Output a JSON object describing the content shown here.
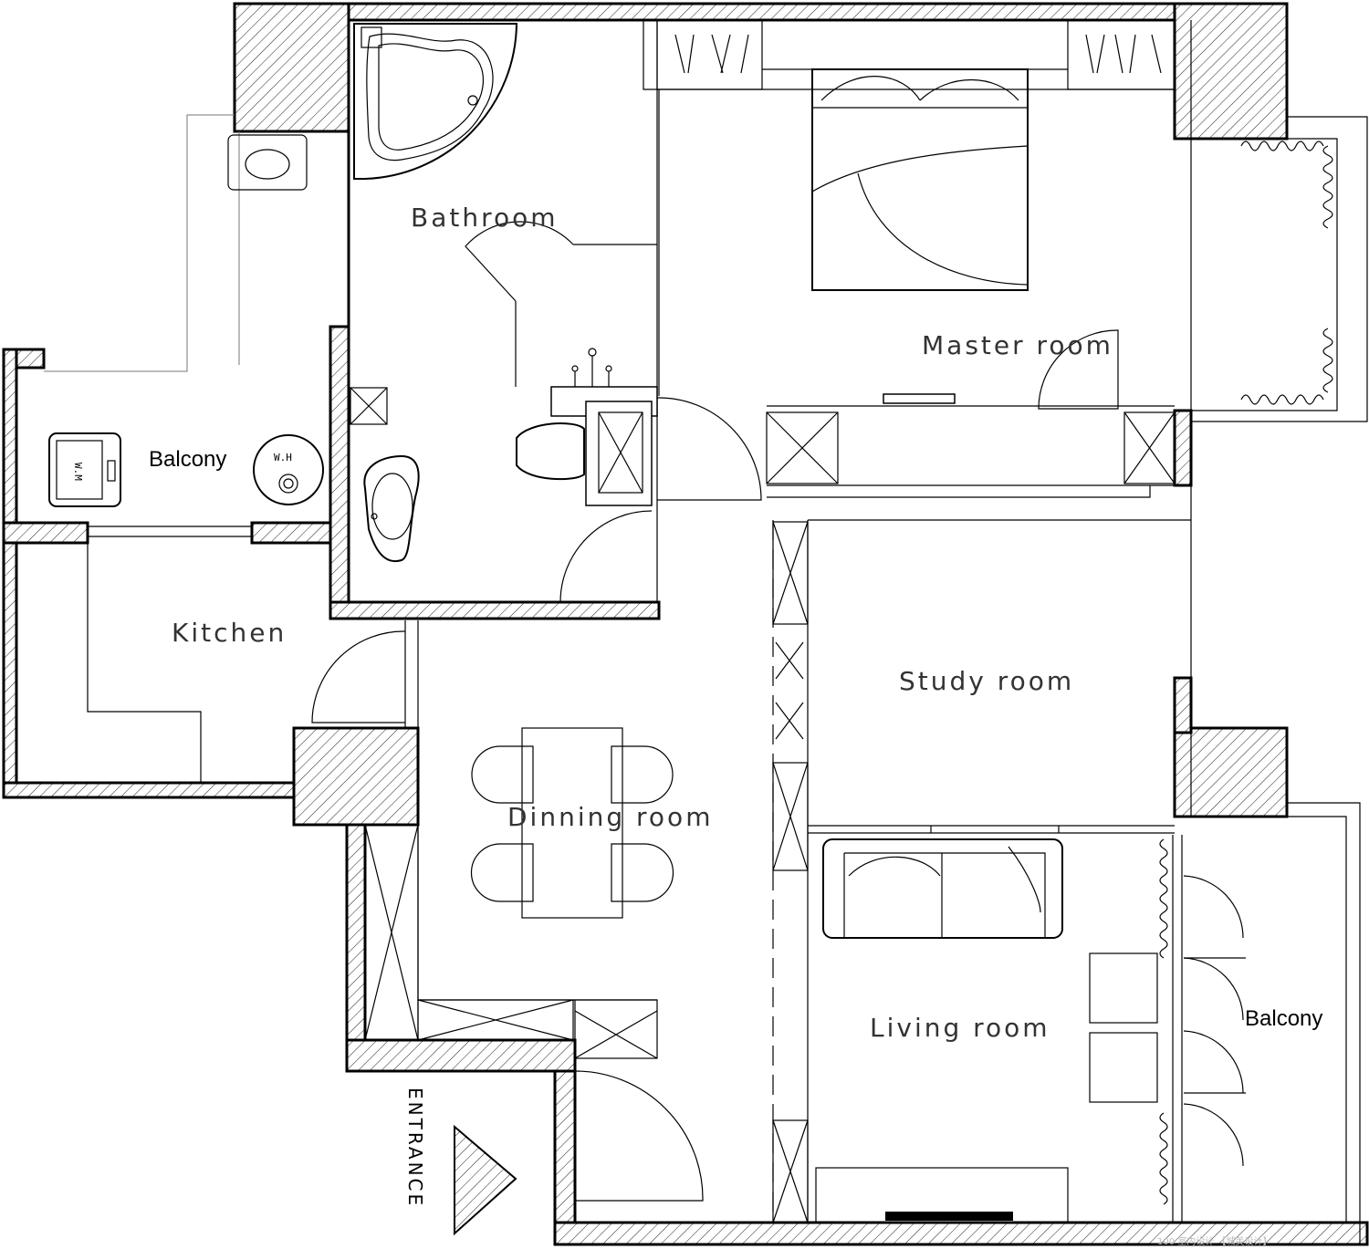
{
  "rooms": {
    "bathroom": "Bathroom",
    "master": "Master room",
    "balcony_west": "Balcony",
    "kitchen": "Kitchen",
    "study": "Study room",
    "dining": "Dinning room",
    "living": "Living room",
    "balcony_east": "Balcony"
  },
  "fixtures": {
    "washing_machine": "W.M",
    "water_heater": "W.H"
  },
  "entrance": "ENTRANCE",
  "watermark": "100 室内设计 【城美设计】"
}
